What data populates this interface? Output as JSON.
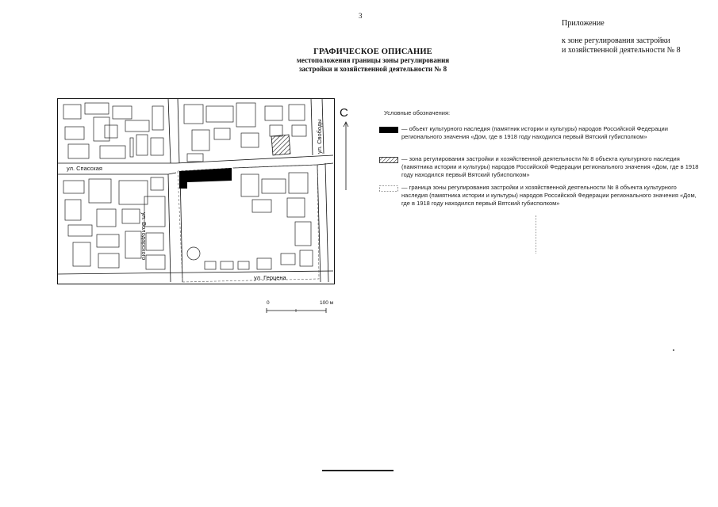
{
  "page_number": "3",
  "appendix": {
    "title": "Приложение",
    "line1": "к зоне регулирования застройки",
    "line2": "и хозяйственной деятельности № 8"
  },
  "heading": {
    "title": "ГРАФИЧЕСКОЕ ОПИСАНИЕ",
    "line1": "местоположения границы зоны регулирования",
    "line2": "застройки и хозяйственной деятельности № 8"
  },
  "map": {
    "streets": {
      "spasskaya": "ул. Спасская",
      "volodarskogo": "ул. Володарского",
      "svobody": "ул. Свободы",
      "gertsena": "ул. Герцена"
    },
    "north_label": "С",
    "scale": {
      "start": "0",
      "end": "100 м"
    }
  },
  "legend": {
    "title": "Условные обозначения:",
    "items": [
      {
        "text": "— объект культурного наследия (памятник истории и культуры) народов Российской Федерации регионального значения «Дом, где в 1918 году находился первый Вятский губисполком»"
      },
      {
        "text": "— зона регулирования застройки и хозяйственной деятельности № 8 объекта культурного наследия (памятника истории и культуры) народов Российской Федерации регионального значения «Дом, где в 1918 году находился первый Вятский губисполком»"
      },
      {
        "text": "— граница зоны регулирования застройки и хозяйственной деятельности № 8 объекта культурного наследия (памятника истории и культуры) народов Российской Федерации регионального значения «Дом, где в 1918 году находился первый Вятский губисполком»"
      }
    ]
  }
}
